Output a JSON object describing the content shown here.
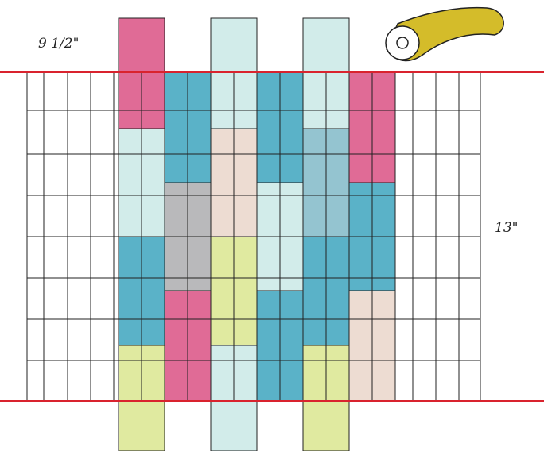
{
  "labels": {
    "width": "9 1/2\"",
    "height": "13\""
  },
  "colors": {
    "pink": "#e06b96",
    "teal": "#5ab2c8",
    "light_aqua": "#d2ecea",
    "peach": "#eddcd2",
    "gray": "#b9b9bb",
    "lime": "#e0eaa0",
    "steel_blue": "#94c4d0",
    "cut_line": "#d9232e",
    "grid_line": "#222222",
    "cutter_body": "#d4bc2a",
    "cutter_wheel": "#ffffff"
  },
  "icons": {
    "cutter": "rotary-cutter-icon"
  },
  "strips": [
    {
      "name": "strip-1",
      "segments": [
        "pink",
        "pink",
        "light_aqua",
        "light_aqua",
        "teal",
        "teal",
        "lime",
        "lime"
      ]
    },
    {
      "name": "strip-2",
      "segments": [
        "teal",
        "teal",
        "gray",
        "gray",
        "pink",
        "pink"
      ]
    },
    {
      "name": "strip-3",
      "segments": [
        "light_aqua",
        "light_aqua",
        "peach",
        "peach",
        "lime",
        "lime",
        "light_aqua",
        "light_aqua"
      ]
    },
    {
      "name": "strip-4",
      "segments": [
        "teal",
        "teal",
        "light_aqua",
        "light_aqua",
        "teal",
        "teal"
      ]
    },
    {
      "name": "strip-5",
      "segments": [
        "light_aqua",
        "light_aqua",
        "steel_blue",
        "steel_blue",
        "teal",
        "teal",
        "lime",
        "lime"
      ]
    },
    {
      "name": "strip-6",
      "segments": [
        "pink",
        "pink",
        "teal",
        "teal",
        "peach",
        "peach"
      ]
    }
  ]
}
